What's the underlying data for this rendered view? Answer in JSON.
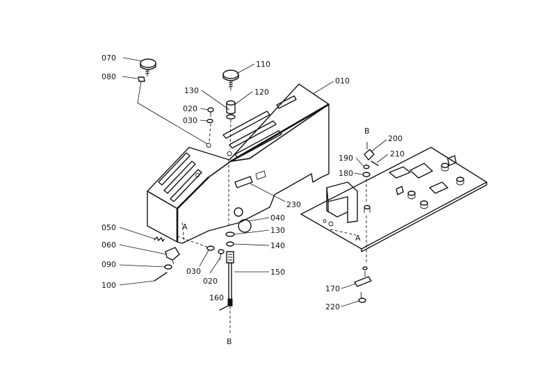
{
  "labels": {
    "p010": "010",
    "p020a": "020",
    "p020b": "020",
    "p030a": "030",
    "p030b": "030",
    "p040": "040",
    "p050": "050",
    "p060": "060",
    "p070": "070",
    "p080": "080",
    "p090": "090",
    "p100": "100",
    "p110": "110",
    "p120": "120",
    "p130a": "130",
    "p130b": "130",
    "p140": "140",
    "p150": "150",
    "p160": "160",
    "p170": "170",
    "p180": "180",
    "p190": "190",
    "p200": "200",
    "p210": "210",
    "p220": "220",
    "p230": "230"
  },
  "refs": {
    "a_left": "A",
    "a_right": "A",
    "b_top": "B",
    "b_bottom": "B"
  }
}
